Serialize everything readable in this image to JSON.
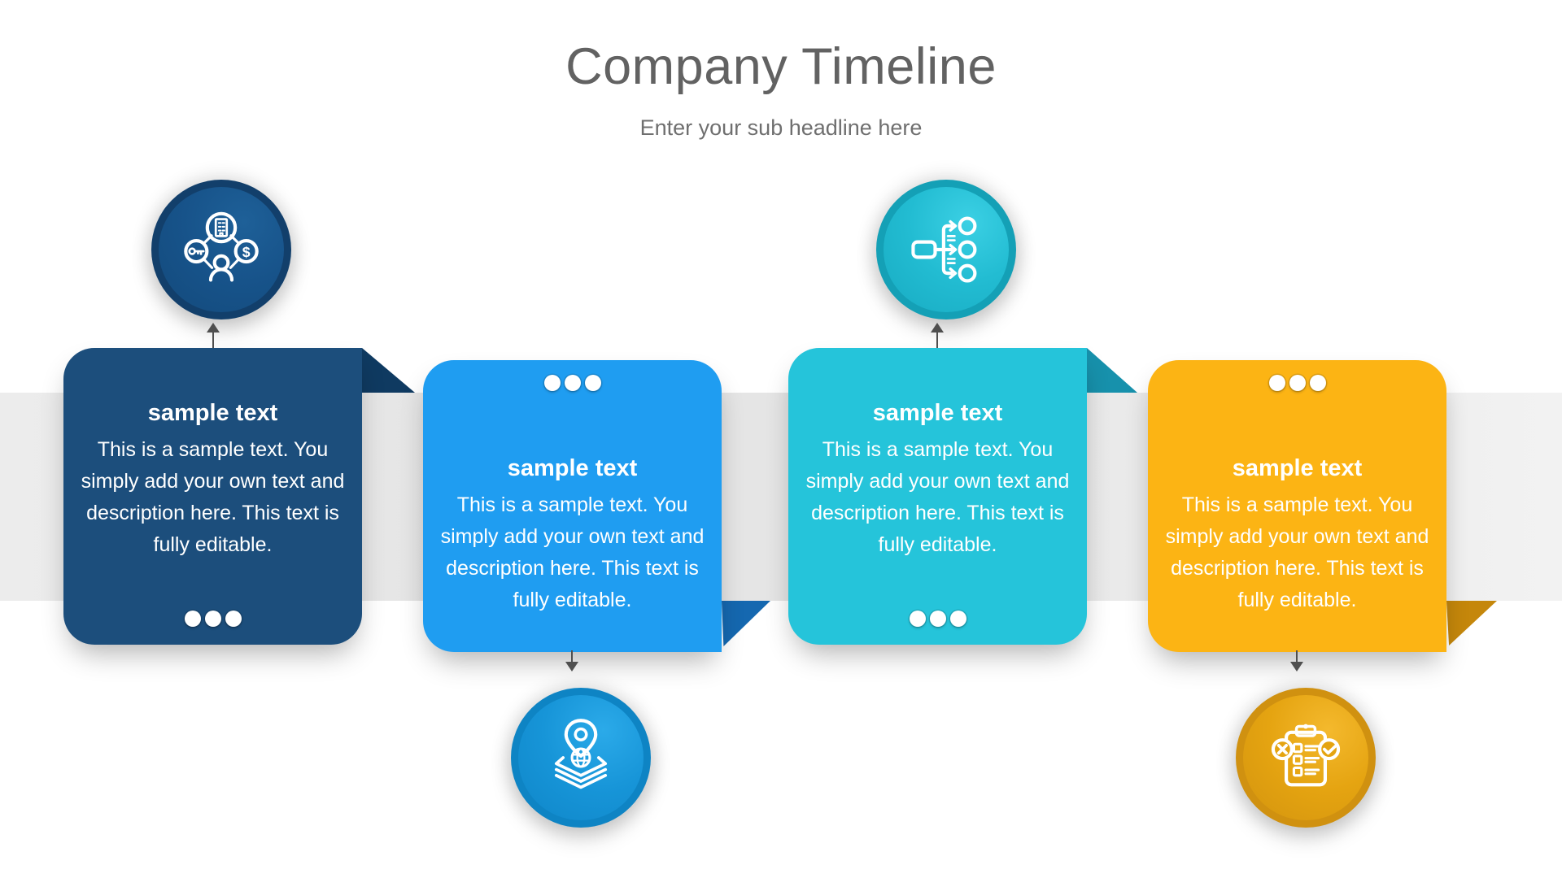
{
  "header": {
    "title": "Company Timeline",
    "subtitle": "Enter your sub headline here"
  },
  "theme": {
    "background": "#ffffff",
    "band-left": "#ececec",
    "band-mid": "#e3e3e3",
    "band-right": "#f2f2f2",
    "title-color": "#626262",
    "subtitle-color": "#6f6f6f",
    "arrow-color": "#4f4f4f",
    "dot-color": "#ffffff",
    "text-color": "#ffffff"
  },
  "cards": [
    {
      "heading": "sample text",
      "body": "This is a sample text. You\nsimply add your own text and\ndescription here. This text is\nfully editable.",
      "icon": "corporate-network-icon",
      "icon_position": "top",
      "colors": {
        "card": "#1c4e7c",
        "fold": "#0f3a61",
        "ring": "#123f6b",
        "disk-light": "#1e6098",
        "disk-mid": "#17538a",
        "disk-dark": "#134a7c"
      }
    },
    {
      "heading": "sample text",
      "body": "This is a sample text. You\nsimply add your own text and\ndescription here. This text is\nfully editable.",
      "icon": "location-layers-icon",
      "icon_position": "bottom",
      "colors": {
        "card": "#1f9df1",
        "fold": "#1568b0",
        "ring": "#0e84c4",
        "disk-light": "#2baae9",
        "disk-mid": "#1795d8",
        "disk-dark": "#0f86c8"
      }
    },
    {
      "heading": "sample text",
      "body": "This is a sample text. You\nsimply add your own text and\ndescription here. This text is\nfully editable.",
      "icon": "workflow-icon",
      "icon_position": "top",
      "colors": {
        "card": "#25c4da",
        "fold": "#1791ac",
        "ring": "#14a0b6",
        "disk-light": "#3bd0e4",
        "disk-mid": "#22bcd2",
        "disk-dark": "#18abc2"
      }
    },
    {
      "heading": "sample text",
      "body": "This is a sample text. You\nsimply add your own text and\ndescription here. This text is\nfully editable.",
      "icon": "checklist-icon",
      "icon_position": "bottom",
      "colors": {
        "card": "#fcb414",
        "fold": "#c5870b",
        "ring": "#d09110",
        "disk-light": "#f4b92d",
        "disk-mid": "#e5a411",
        "disk-dark": "#d3940e"
      }
    }
  ]
}
